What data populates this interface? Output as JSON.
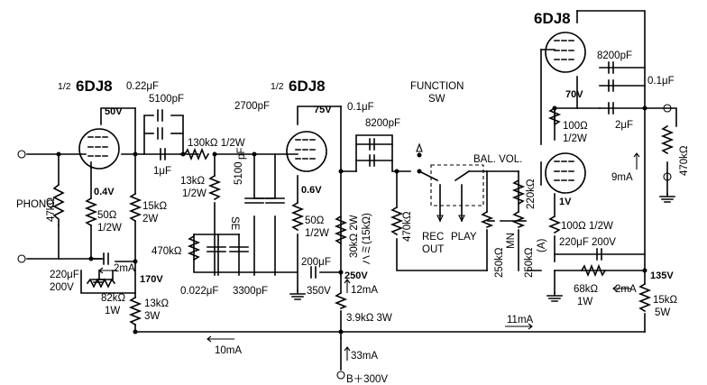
{
  "tubes": {
    "v1": {
      "prefix": "1/2",
      "name": "6DJ8"
    },
    "v2": {
      "prefix": "1/2",
      "name": "6DJ8"
    },
    "v3": {
      "name": "6DJ8"
    }
  },
  "input": {
    "label": "PHONO"
  },
  "switch": {
    "function_line1": "FUNCTION",
    "function_line2": "SW",
    "se": "SE"
  },
  "controls": {
    "bal_vol": "BAL. VOL.",
    "rec_out_1": "REC",
    "rec_out_2": "OUT",
    "play": "PLAY",
    "mn": "MN",
    "a": "(A)"
  },
  "voltages": {
    "v1_plate": "50V",
    "v1_cathode": "0.4V",
    "v1_supply": "170V",
    "v2_plate": "75V",
    "v2_cathode": "0.6V",
    "v2_supply": "250V",
    "v2_cap": "350V",
    "v3_plate": "70V",
    "v3_cathode": "1V",
    "v3_supply": "135V",
    "bplus": "B＋300V"
  },
  "currents": {
    "i_2ma_a": "2mA",
    "i_12ma": "12mA",
    "i_9ma": "9mA",
    "i_2ma_b": "2mA",
    "i_11ma": "11mA",
    "i_10ma": "10mA",
    "i_33ma": "33mA"
  },
  "components": {
    "c022": "0.22μF",
    "c5100": "5100pF",
    "c1": "1μF",
    "r130k": "130kΩ 1/2W",
    "r47k": "47kΩ",
    "r50a1": "50Ω",
    "r50a2": "1/2W",
    "r15k2w1": "15kΩ",
    "r15k2w2": "2W",
    "c220a1": "220μF",
    "c220a2": "200V",
    "r82k1": "82kΩ",
    "r82k2": "1W",
    "r13k3w1": "13kΩ",
    "r13k3w2": "3W",
    "r13kh1": "13kΩ",
    "r13kh2": "1/2W",
    "c5100v1": "5100",
    "c5100v2": "pF",
    "c2700": "2700pF",
    "r470k": "470kΩ",
    "c0022b": "0.022μF",
    "c3300": "3300pF",
    "r50b1": "50Ω",
    "r50b2": "1/2W",
    "c200": "200μF",
    "r30k_1": "30kΩ 2W",
    "r30k_2": "ハミ(15kΩ)",
    "c01a": "0.1μF",
    "c8200a": "8200pF",
    "r470k2": "470kΩ",
    "r250kmn": "250kΩ",
    "r250ka": "250kΩ",
    "r220k": "220kΩ",
    "r39k": "3.9kΩ 3W",
    "c8200b": "8200pF",
    "c01b": "0.1μF",
    "c2u": "2μF",
    "r100a1": "100Ω",
    "r100a2": "1/2W",
    "r470k3": "470kΩ",
    "r100b": "100Ω 1/2W",
    "c220b": "220μF 200V",
    "r68k1": "68kΩ",
    "r68k2": "1W",
    "r15k5w1": "15kΩ",
    "r15k5w2": "5W"
  }
}
